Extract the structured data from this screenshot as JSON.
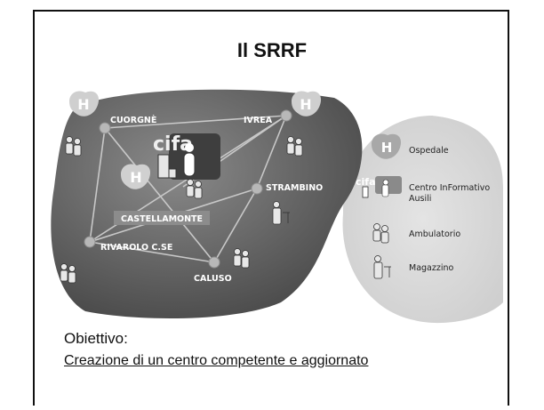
{
  "slide": {
    "title": "Il SRRF",
    "objective_label": "Obiettivo:",
    "objective_text": "Creazione di un centro competente e aggiornato"
  },
  "diagram": {
    "hub": {
      "logo": "cifa",
      "name": "CASTELLAMONTE",
      "icon": "hospital-H-icon"
    },
    "places": {
      "cuorgne": "CUORGNÈ",
      "ivrea": "IVREA",
      "strambino": "STRAMBINO",
      "rivarolo": "RIVAROLO C.SE",
      "caluso": "CALUSO"
    },
    "hospital_symbol": "H",
    "legend": {
      "ospedale": "Ospedale",
      "cifa_line1": "Centro InFormativo",
      "cifa_line2": "Ausili",
      "ambulatorio": "Ambulatorio",
      "magazzino": "Magazzino"
    },
    "colors": {
      "region_dark": "#5a5a5a",
      "region_light": "#d8d8d8",
      "node": "#b8b8b8",
      "link": "#c8c8c8"
    }
  }
}
